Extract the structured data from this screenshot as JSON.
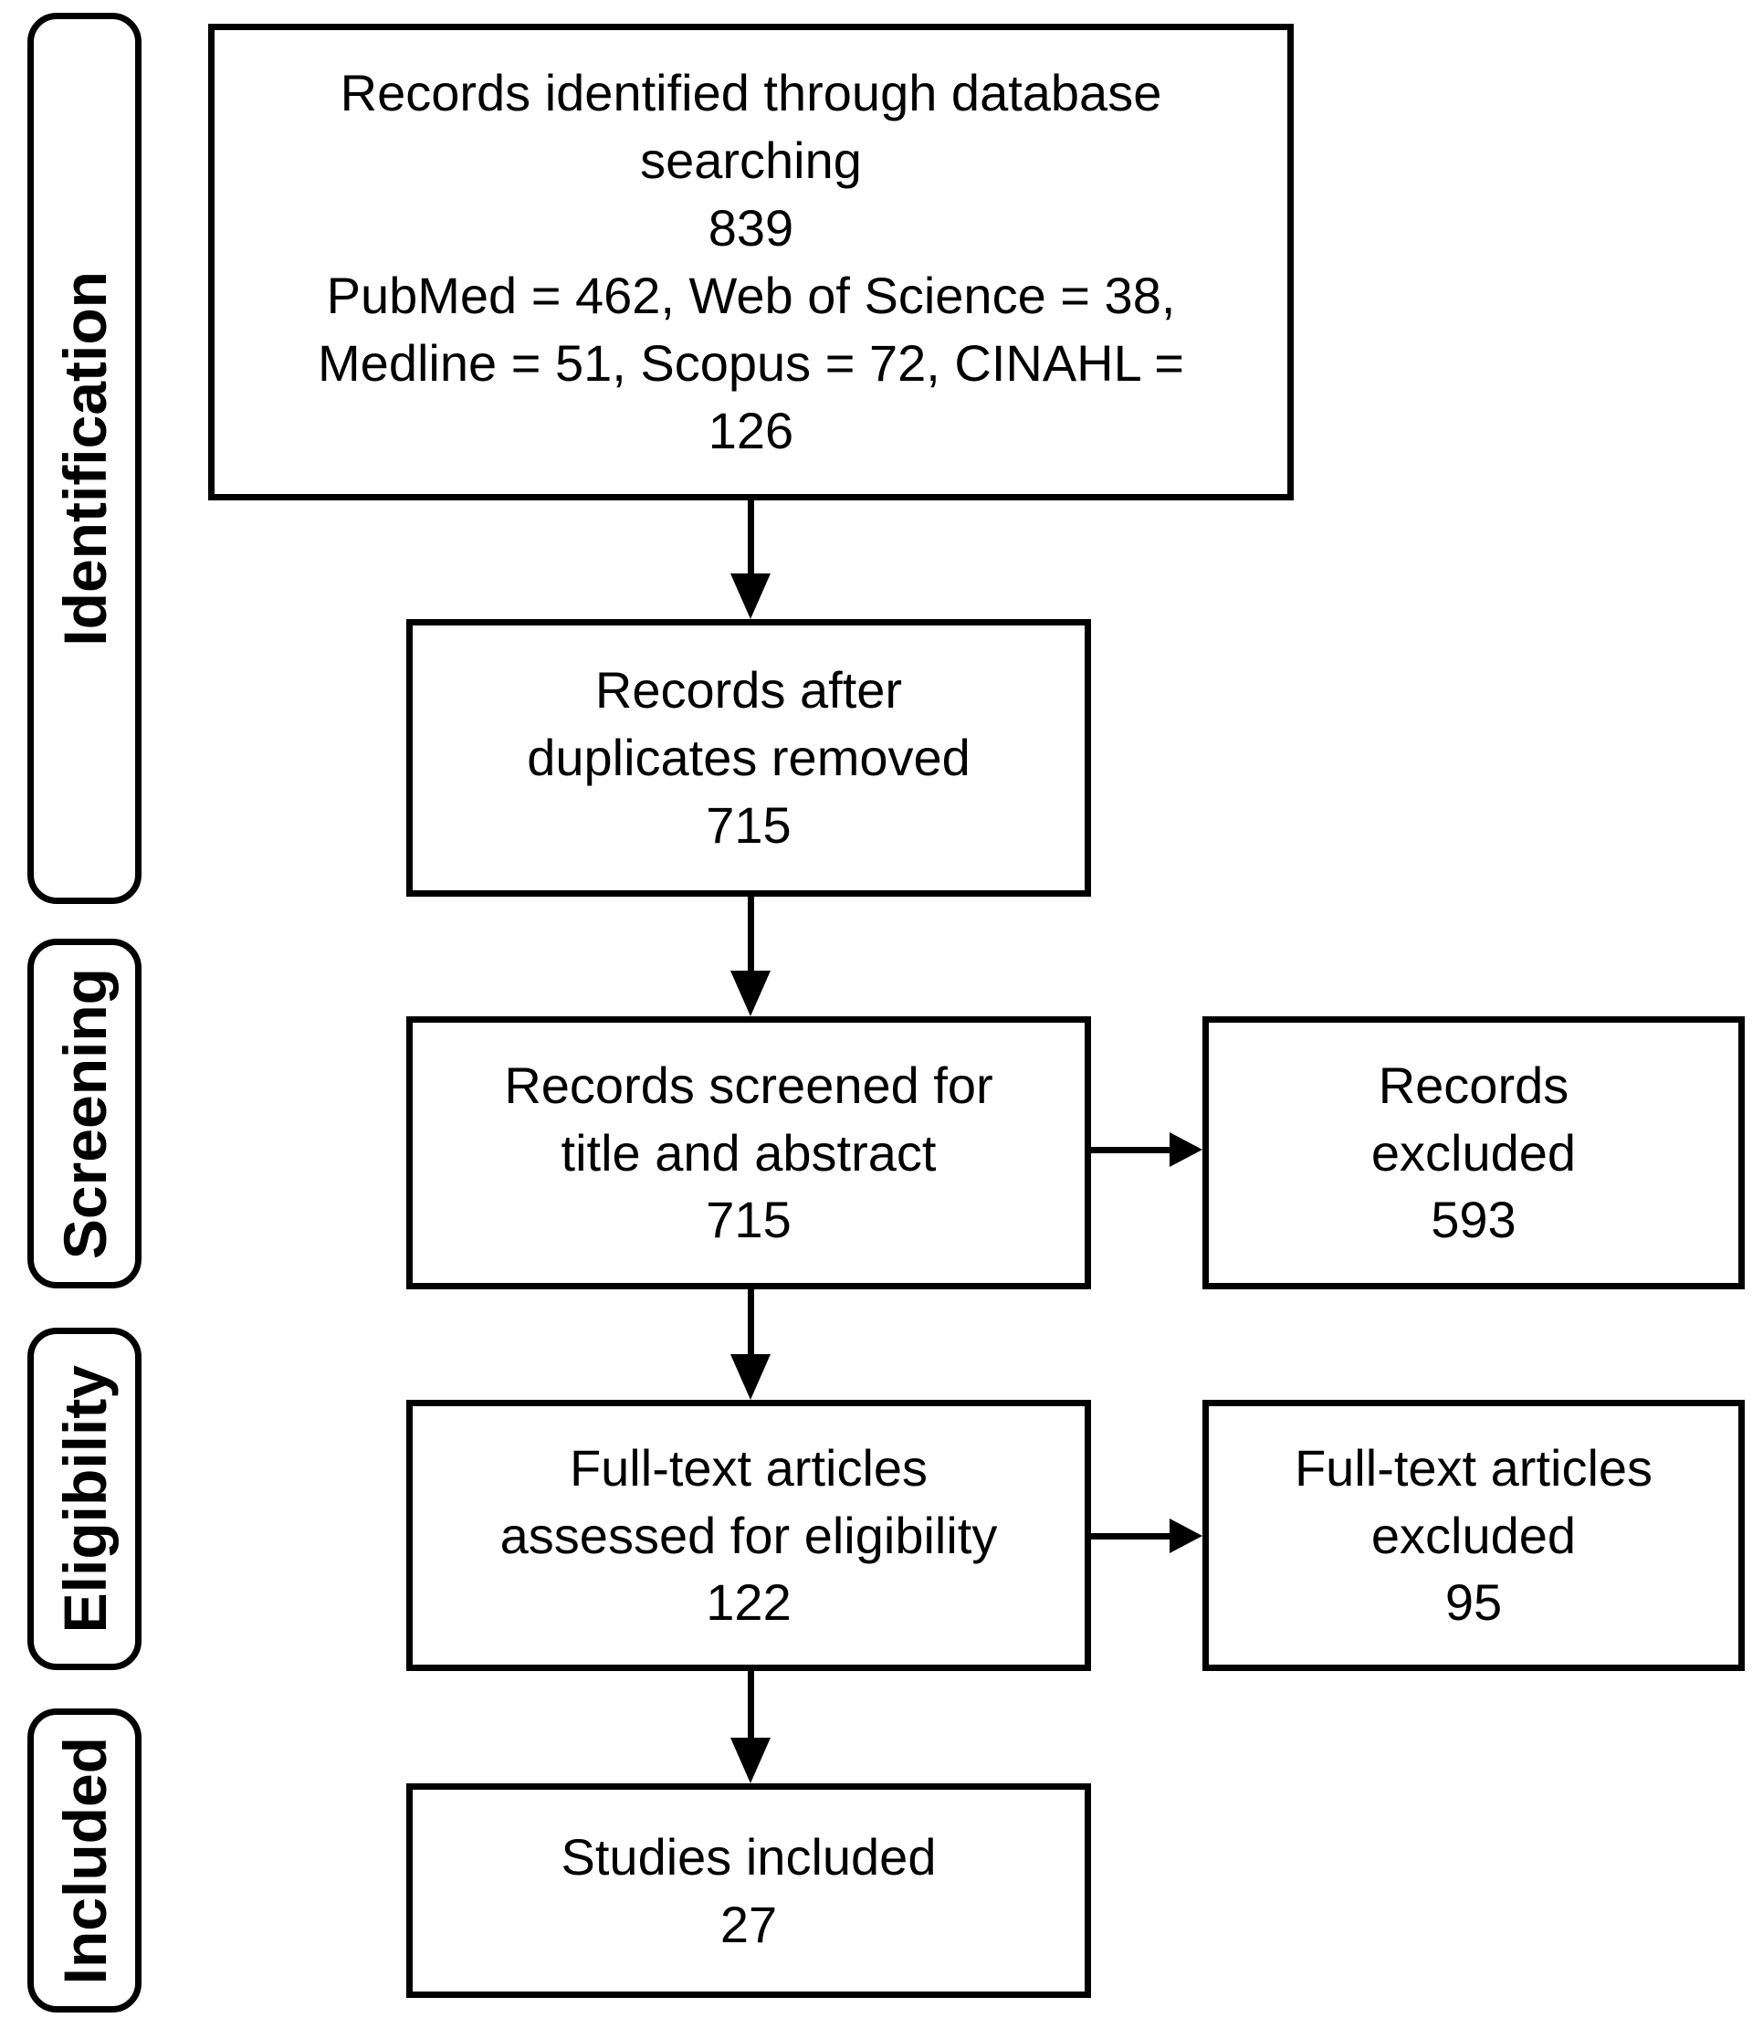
{
  "colors": {
    "ink": "#000000",
    "paper": "#ffffff"
  },
  "stages": [
    {
      "id": "identification",
      "label": "Identification"
    },
    {
      "id": "screening",
      "label": "Screening"
    },
    {
      "id": "eligibility",
      "label": "Eligibility"
    },
    {
      "id": "included",
      "label": "Included"
    }
  ],
  "boxes": {
    "identified": "Records identified through database\nsearching\n839\nPubMed = 462, Web of Science = 38,\nMedline = 51, Scopus = 72, CINAHL =\n126",
    "duplicates": "Records after\nduplicates removed\n715",
    "screened": "Records screened for\ntitle and abstract\n715",
    "records_excluded": "Records\nexcluded\n593",
    "fulltext": "Full-text articles\nassessed for eligibility\n122",
    "fulltext_excluded": "Full-text articles\nexcluded\n95",
    "studies_included": "Studies included\n27"
  },
  "counts": {
    "identified_total": 839,
    "sources": [
      {
        "name": "PubMed",
        "count": 462
      },
      {
        "name": "Web of Science",
        "count": 38
      },
      {
        "name": "Medline",
        "count": 51
      },
      {
        "name": "Scopus",
        "count": 72
      },
      {
        "name": "CINAHL",
        "count": 126
      }
    ],
    "after_duplicates_removed": 715,
    "screened_title_abstract": 715,
    "records_excluded": 593,
    "fulltext_assessed": 122,
    "fulltext_excluded": 95,
    "studies_included": 27
  }
}
